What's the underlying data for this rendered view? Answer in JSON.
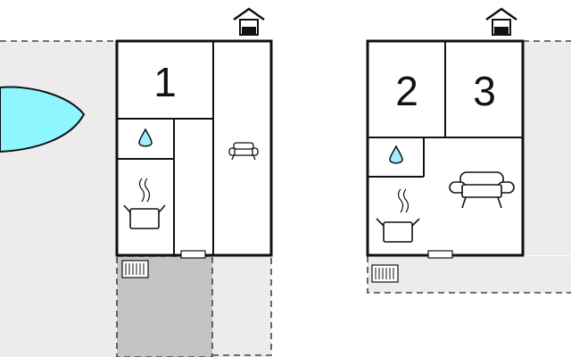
{
  "colors": {
    "wall": "#111111",
    "outdoor": "#ececec",
    "terrace": "#c4c4c4",
    "pool": "#8ef6ff",
    "water": "#9feeff",
    "dash": "#444444"
  },
  "left_building": {
    "rooms": [
      {
        "label": "1"
      }
    ],
    "icons": [
      "house-icon",
      "water-drop-icon",
      "cooking-pot-icon",
      "sofa-icon",
      "radiator-icon"
    ]
  },
  "right_building": {
    "rooms": [
      {
        "label": "2"
      },
      {
        "label": "3"
      }
    ],
    "icons": [
      "house-icon",
      "water-drop-icon",
      "cooking-pot-icon",
      "sofa-icon",
      "radiator-icon"
    ]
  }
}
